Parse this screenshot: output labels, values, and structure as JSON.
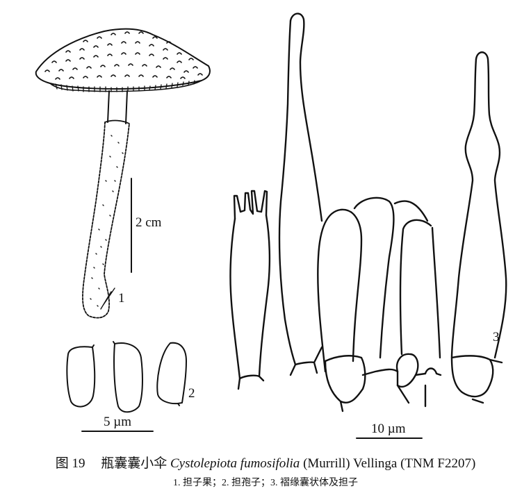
{
  "figure": {
    "number_label": "图 19",
    "chinese_name": "瓶囊囊小伞",
    "latin_name": "Cystolepiota fumosifolia",
    "authority": "(Murrill) Vellinga",
    "specimen": "(TNM F2207)",
    "subcaption": "1. 担子果；2. 担孢子；3. 褶缘囊状体及担子"
  },
  "panels": [
    {
      "id": "1",
      "label": "1",
      "content": "basidiocarp (mushroom fruiting body)",
      "scale_bar": "2 cm"
    },
    {
      "id": "2",
      "label": "2",
      "content": "basidiospores (3 drawn)",
      "scale_bar": "5 µm"
    },
    {
      "id": "3",
      "label": "3",
      "content": "cheilocystidia and basidium",
      "scale_bar": "10 µm"
    }
  ],
  "colors": {
    "line": "#111111",
    "background": "#ffffff"
  }
}
